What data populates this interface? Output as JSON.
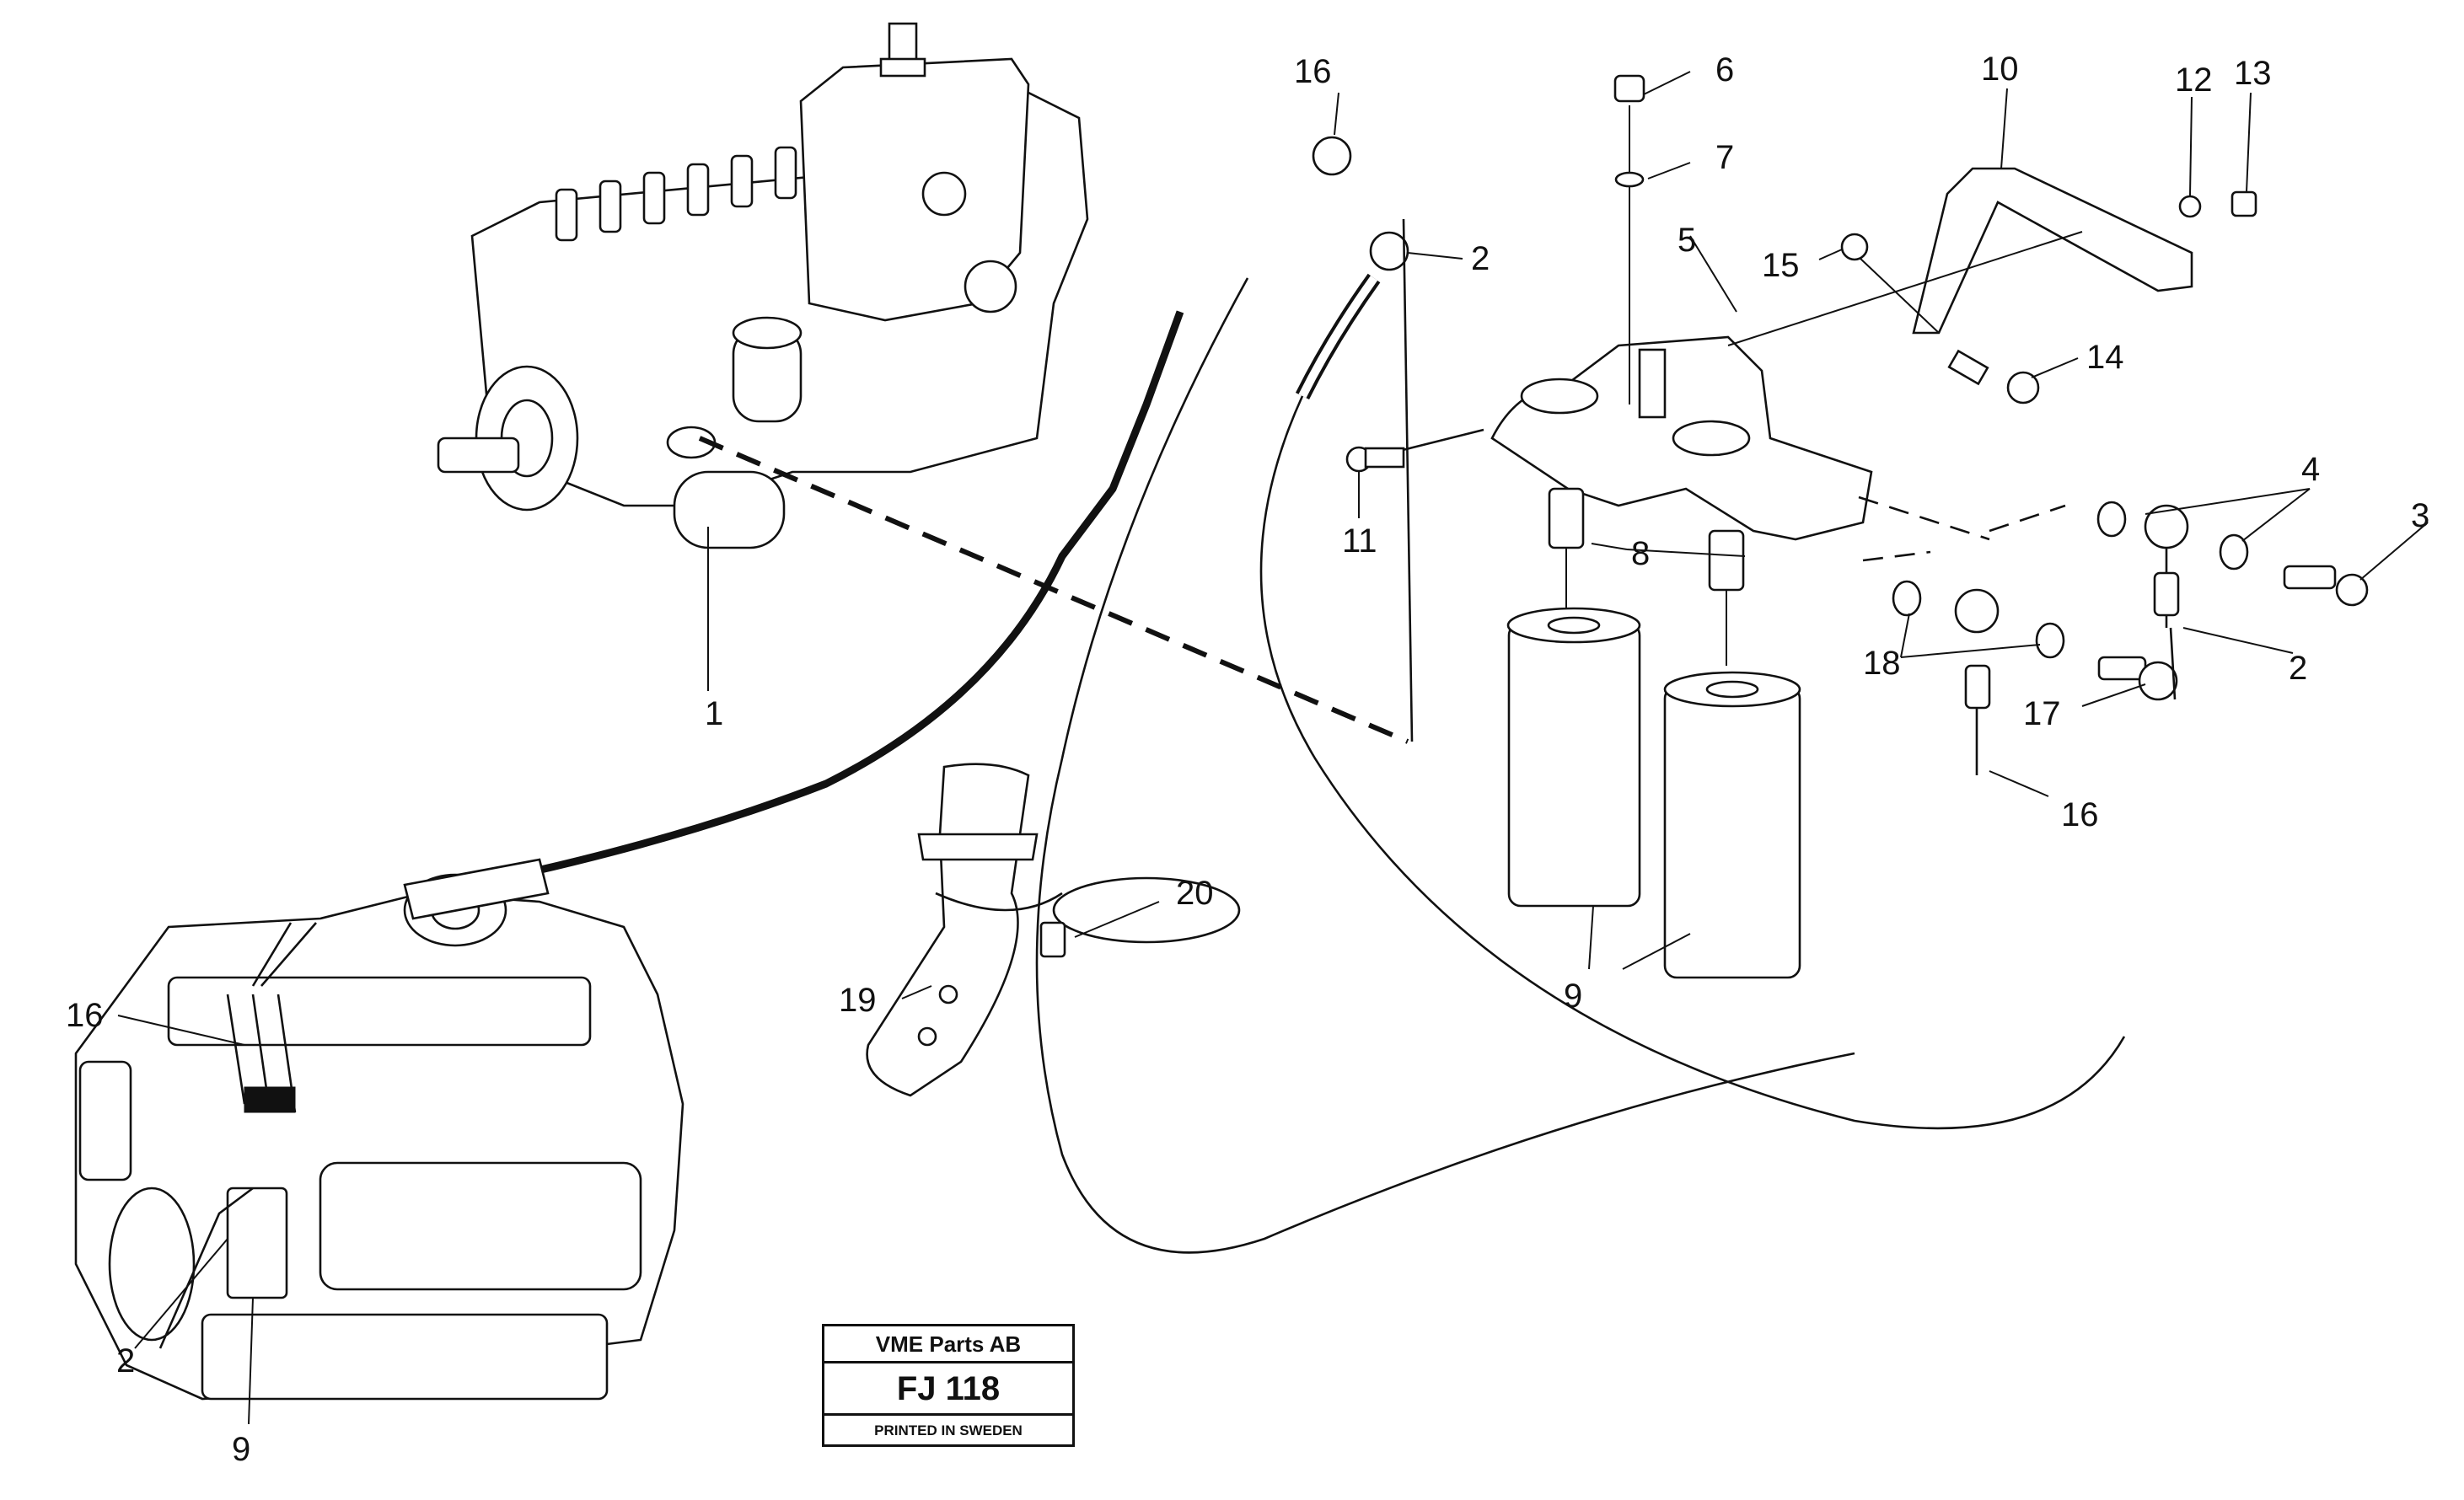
{
  "callouts": {
    "c1": "1",
    "c2_hose": "2",
    "c2_right": "2",
    "c2_engine": "2",
    "c3": "3",
    "c4": "4",
    "c5": "5",
    "c6": "6",
    "c7": "7",
    "c8": "8",
    "c9_filters": "9",
    "c9_engine": "9",
    "c10": "10",
    "c11": "11",
    "c12": "12",
    "c13": "13",
    "c14": "14",
    "c15": "15",
    "c16_top": "16",
    "c16_right": "16",
    "c16_engine": "16",
    "c17": "17",
    "c18": "18",
    "c19": "19",
    "c20": "20"
  },
  "title_block": {
    "company": "VME Parts AB",
    "code": "FJ 118",
    "printed": "PRINTED IN SWEDEN"
  }
}
